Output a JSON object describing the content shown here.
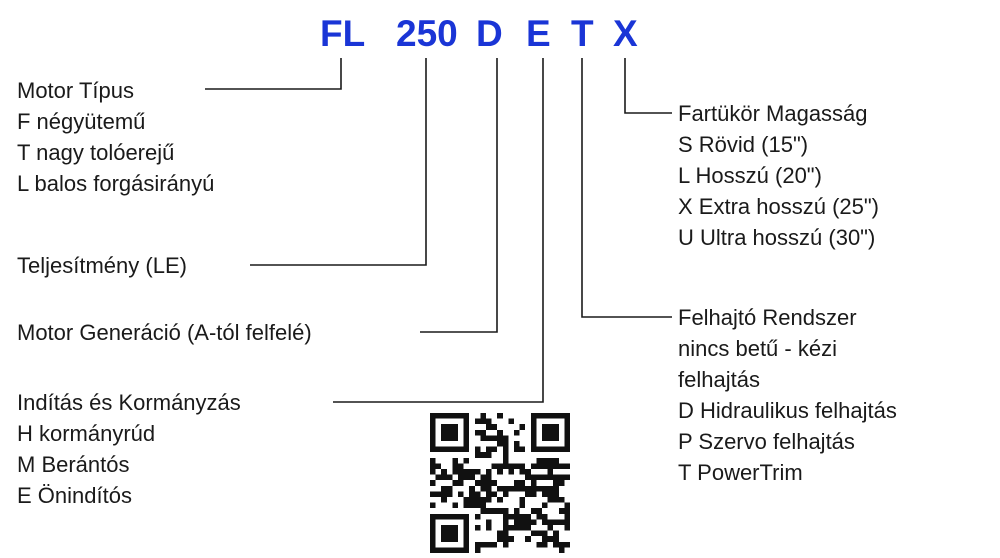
{
  "code": {
    "color": "#1a35d6",
    "segments": [
      "FL",
      "250",
      "D",
      "E",
      "T",
      "X"
    ]
  },
  "groups": {
    "motor_type": {
      "title": "Motor Típus",
      "items": [
        "F négyütemű",
        "T nagy tolóerejű",
        "L balos forgásirányú"
      ]
    },
    "power": {
      "title": "Teljesítmény (LE)"
    },
    "generation": {
      "title": "Motor Generáció (A-tól felfelé)"
    },
    "start_steering": {
      "title": "Indítás és Kormányzás",
      "items": [
        "H kormányrúd",
        "M Berántós",
        "E Önindítós"
      ]
    },
    "transom": {
      "title": "Fartükör Magasság",
      "items": [
        "S Rövid (15\")",
        "L Hosszú (20\")",
        "X Extra hosszú (25\")",
        "U Ultra hosszú (30\")"
      ]
    },
    "tilt": {
      "title": "Felhajtó Rendszer",
      "items": [
        "nincs betű - kézi",
        "felhajtás",
        "D Hidraulikus felhajtás",
        "P Szervo felhajtás",
        "T PowerTrim"
      ]
    }
  },
  "qr": {
    "icon": "qr-code-icon"
  }
}
